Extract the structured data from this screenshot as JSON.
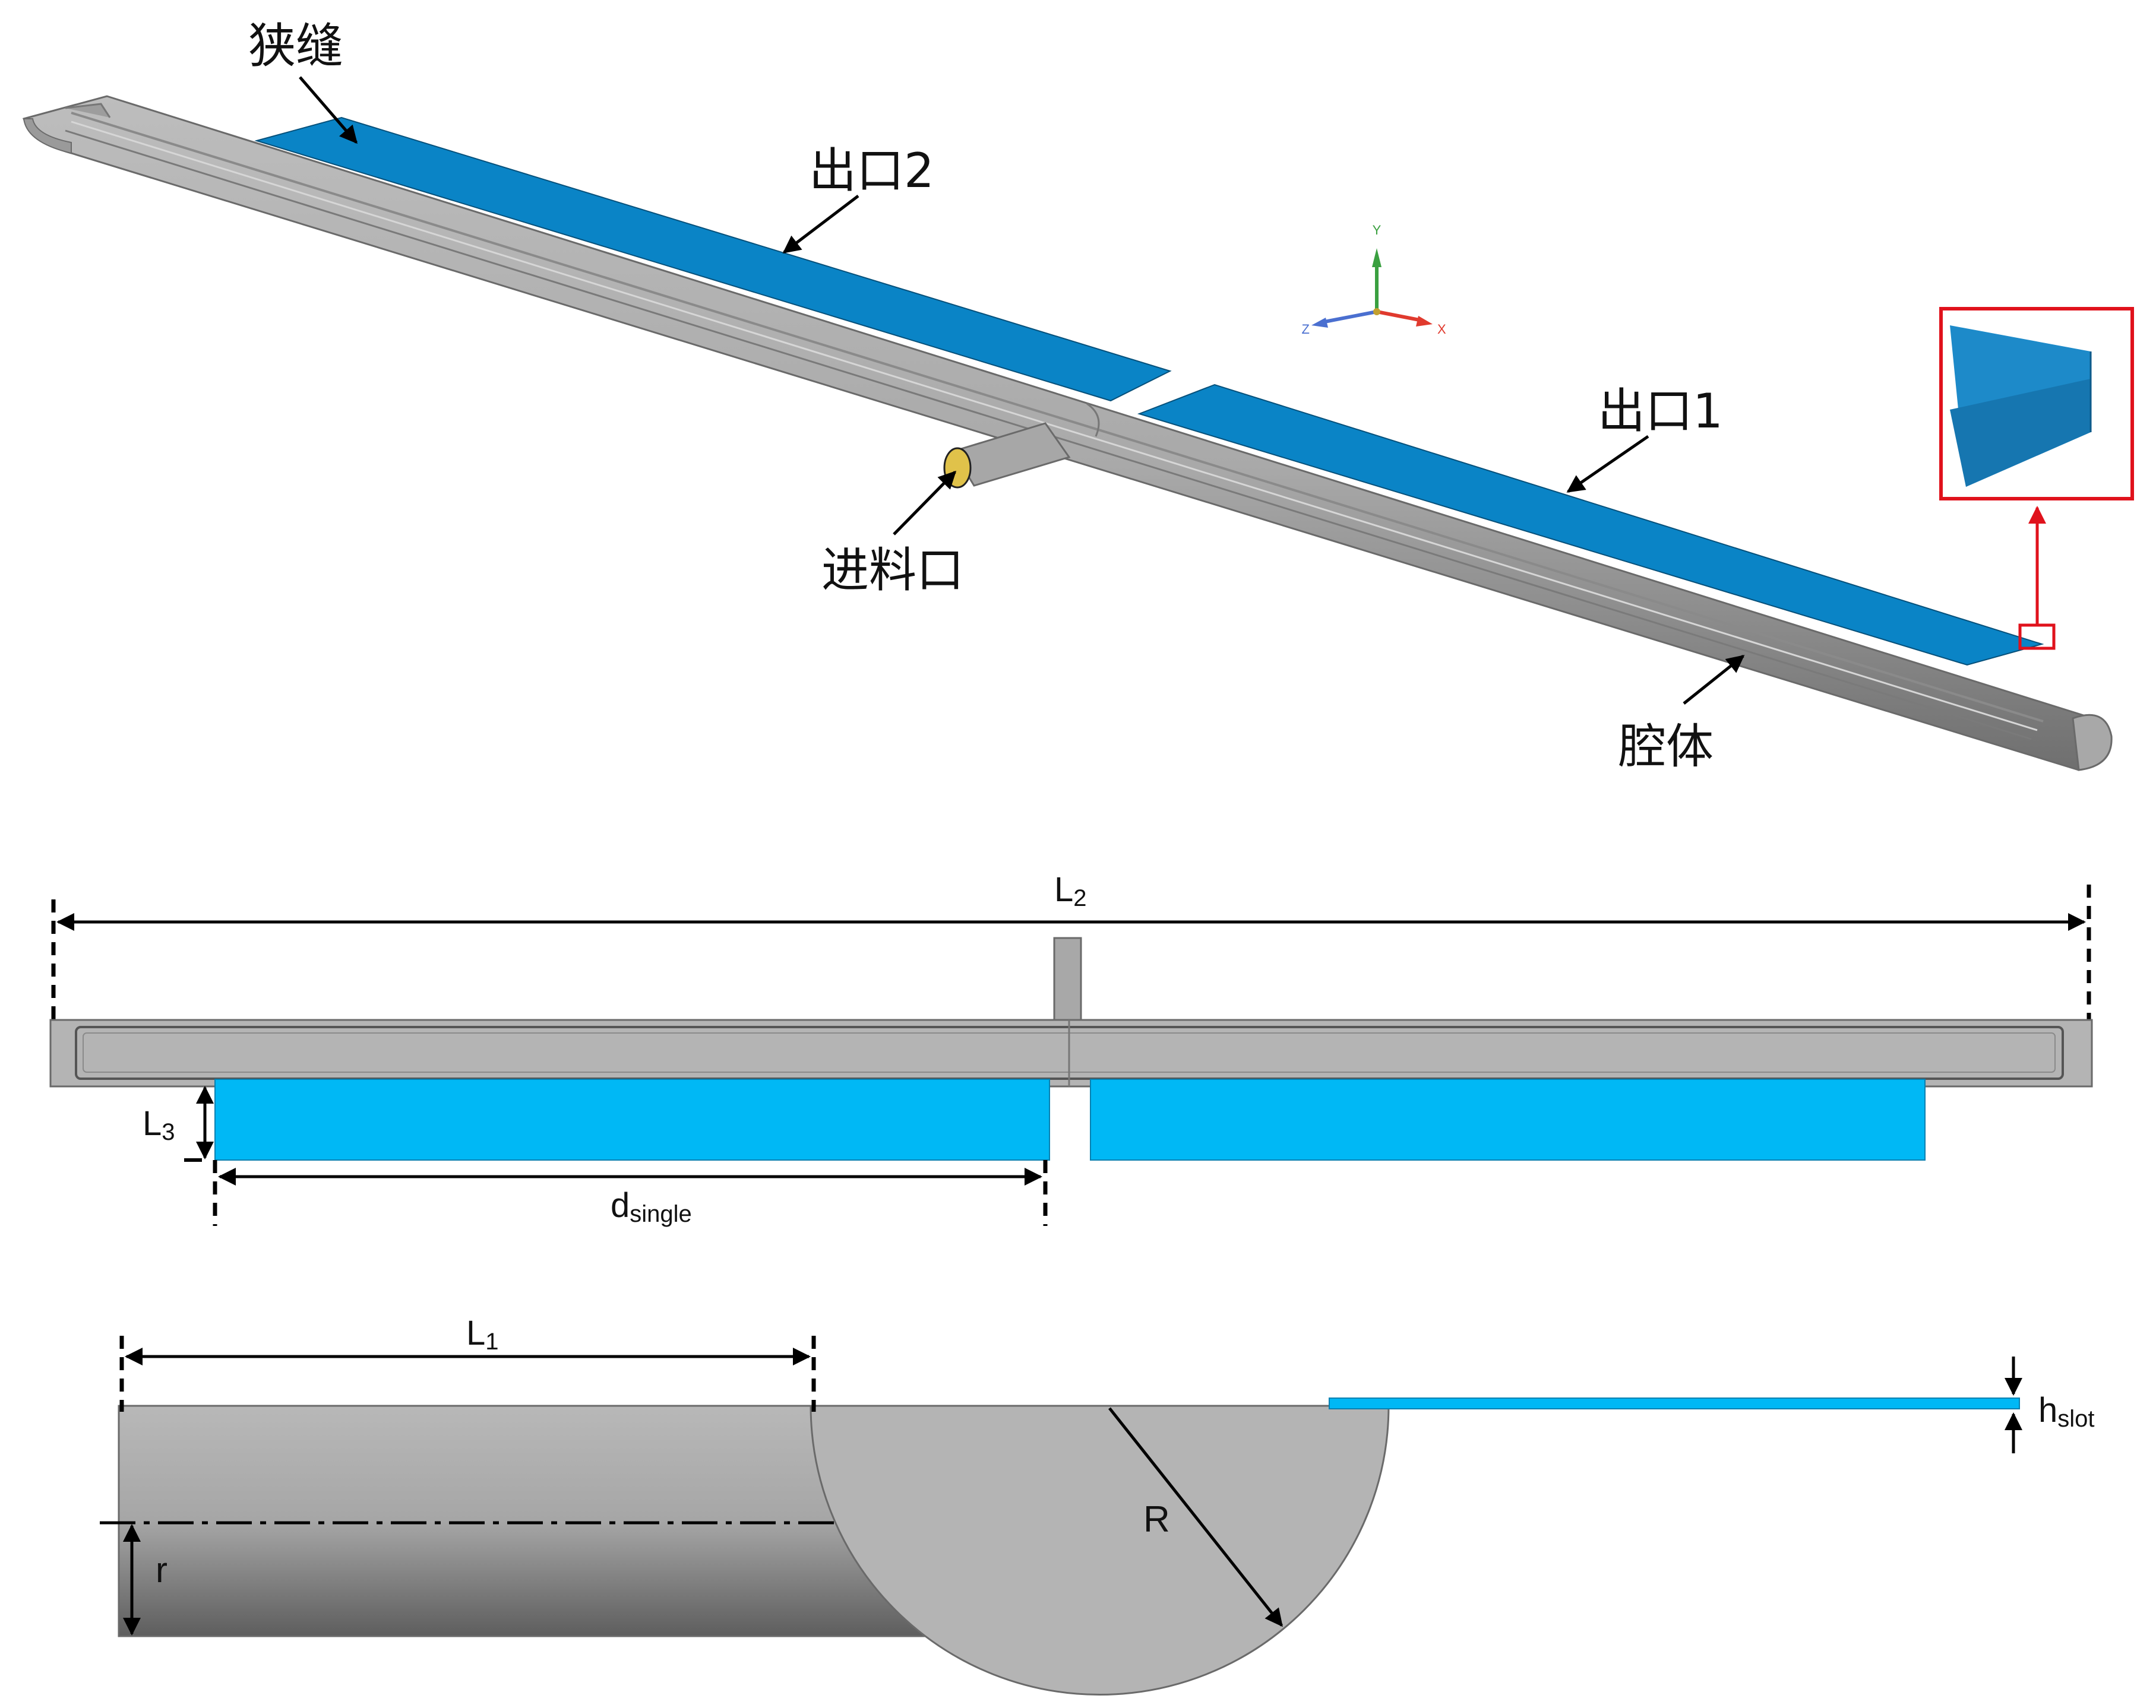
{
  "iso_view": {
    "labels": {
      "slit": "狭缝",
      "outlet2": "出口2",
      "outlet1": "出口1",
      "inlet": "进料口",
      "cavity": "腔体"
    },
    "axes": {
      "y": "Y",
      "z": "Z",
      "x": "X"
    }
  },
  "side_view": {
    "L2": {
      "main": "L",
      "sub": "2"
    },
    "L3": {
      "main": "L",
      "sub": "3"
    },
    "d_single": {
      "main": "d",
      "sub": "single"
    }
  },
  "section_view": {
    "L1": {
      "main": "L",
      "sub": "1"
    },
    "R": "R",
    "r": "r",
    "h_slot": {
      "main": "h",
      "sub": "slot"
    }
  },
  "colors": {
    "body_gray": "#b4b4b4",
    "outlet_blue": "#0a84c6",
    "slot_blue": "#00b8f5",
    "inlet_yellow": "#e0c24a",
    "highlight_red": "#e0121c"
  }
}
